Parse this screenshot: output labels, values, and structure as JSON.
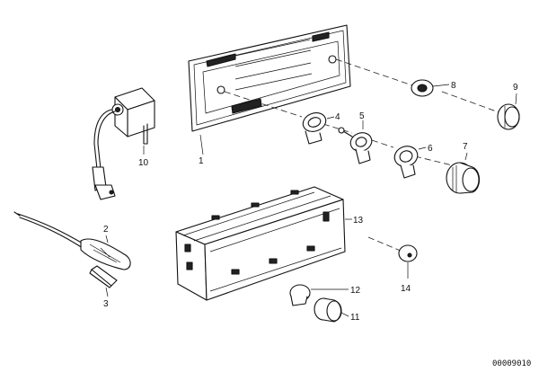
{
  "callouts": [
    {
      "id": "1",
      "label": "1"
    },
    {
      "id": "2",
      "label": "2"
    },
    {
      "id": "3",
      "label": "3"
    },
    {
      "id": "4",
      "label": "4"
    },
    {
      "id": "5",
      "label": "5"
    },
    {
      "id": "6",
      "label": "6"
    },
    {
      "id": "7",
      "label": "7"
    },
    {
      "id": "8",
      "label": "8"
    },
    {
      "id": "9",
      "label": "9"
    },
    {
      "id": "10",
      "label": "10"
    },
    {
      "id": "11",
      "label": "11"
    },
    {
      "id": "12",
      "label": "12"
    },
    {
      "id": "13",
      "label": "13"
    },
    {
      "id": "14",
      "label": "14"
    }
  ],
  "reference_code": "00009010"
}
